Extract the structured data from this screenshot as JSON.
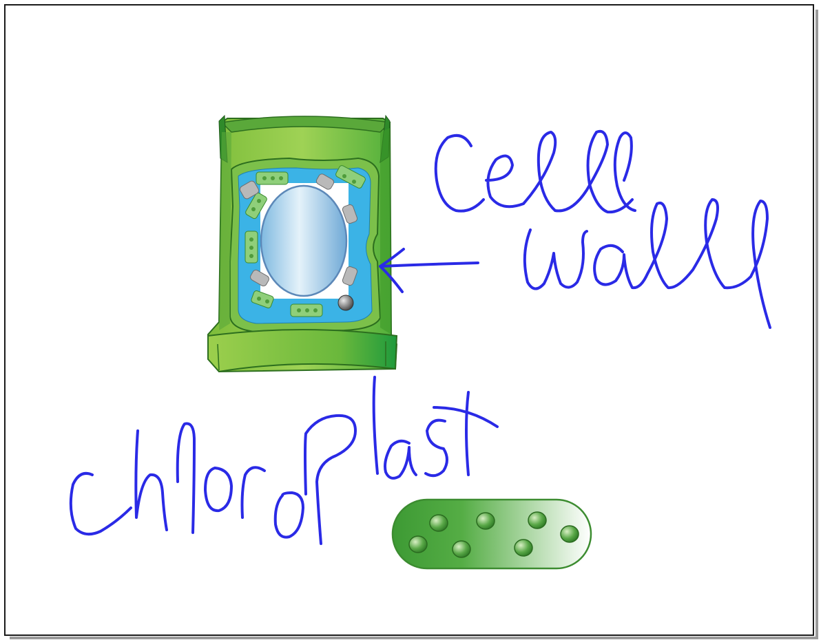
{
  "annotations": {
    "cell_wall_label": "Cell Wall",
    "chloroplast_label": "chloroplast",
    "ink_color": "#2a2ae6"
  },
  "figures": {
    "plant_cell": "plant-cell-illustration",
    "chloroplast": "chloroplast-illustration"
  },
  "colors": {
    "wall_light": "#8cc63f",
    "wall_dark": "#3e9a2a",
    "cytoplasm": "#3bb3e6",
    "vacuole": "#b8def2",
    "chloroplast_green": "#4aa63a"
  }
}
